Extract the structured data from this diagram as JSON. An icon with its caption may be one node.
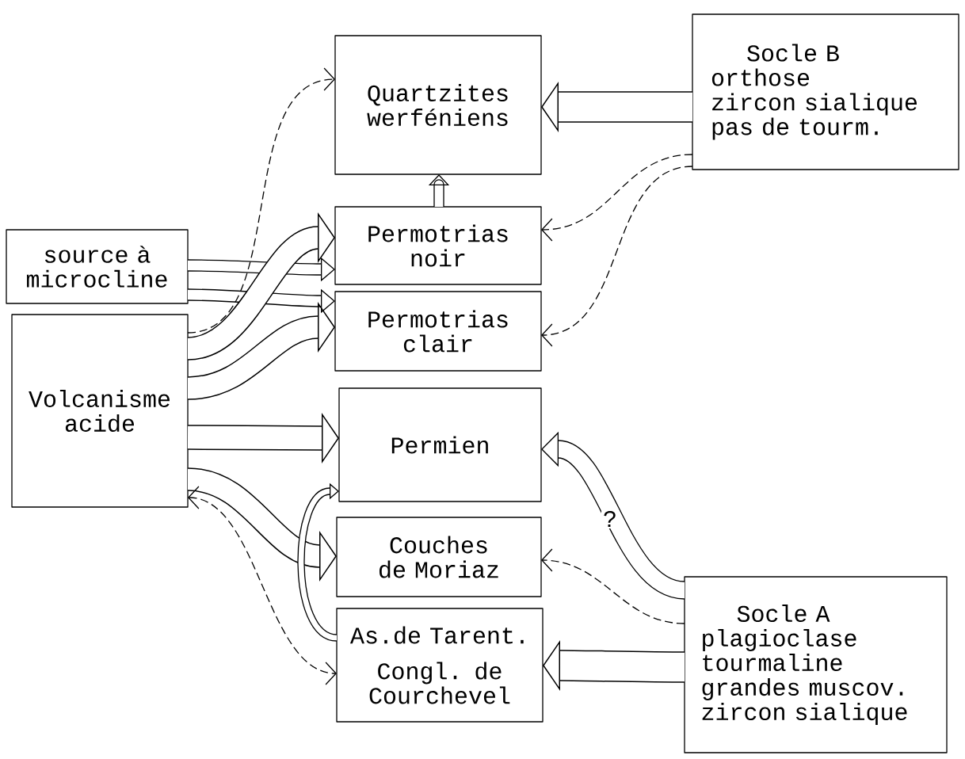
{
  "diagram": {
    "nodes": [
      {
        "text": [
          "Quartzites werféniens"
        ]
      },
      {
        "text": [
          "Permotrias noir"
        ]
      },
      {
        "text": [
          "Permotrias clair"
        ]
      },
      {
        "text": [
          "Permien"
        ]
      },
      {
        "text": [
          "Couches de Moriaz"
        ]
      },
      {
        "text": [
          "As.de Tarent.",
          "Congl. de Courchevel"
        ]
      },
      {
        "text": [
          "Socle B",
          "orthose",
          "zircon sialique",
          "pas de tourm."
        ]
      },
      {
        "text": [
          "source à microcline"
        ]
      },
      {
        "text": [
          "Volcanisme acide"
        ]
      },
      {
        "text": [
          "Socle A",
          "plagioclase",
          "tourmaline",
          "grandes muscov.",
          "zircon sialique"
        ]
      }
    ],
    "edges": [
      {
        "from": 6,
        "to": 0,
        "arrow": "to",
        "style": "thick"
      },
      {
        "from": 6,
        "to": 1,
        "arrow": "to",
        "style": "dashed"
      },
      {
        "from": 6,
        "to": 2,
        "arrow": "to",
        "style": "dashed"
      },
      {
        "from": 1,
        "to": 0,
        "arrow": "to"
      },
      {
        "from": 7,
        "to": 1,
        "arrow": "to"
      },
      {
        "from": 7,
        "to": 2,
        "arrow": "to"
      },
      {
        "from": 8,
        "to": 1,
        "arrow": "to",
        "style": "thick"
      },
      {
        "from": 8,
        "to": 2,
        "arrow": "to",
        "style": "thick"
      },
      {
        "from": 8,
        "to": 3,
        "arrow": "to",
        "style": "thick"
      },
      {
        "from": 8,
        "to": 4,
        "arrow": "to",
        "style": "thick"
      },
      {
        "from": 5,
        "to": 3,
        "arrow": "to"
      },
      {
        "from": 8,
        "to": 0,
        "arrow": "to",
        "style": "dashed"
      },
      {
        "from": 8,
        "to": 5,
        "arrow": "both",
        "style": "dashed"
      },
      {
        "from": 9,
        "to": 3,
        "arrow": "to",
        "label": "?"
      },
      {
        "from": 9,
        "to": 4,
        "arrow": "to",
        "style": "dashed"
      },
      {
        "from": 9,
        "to": 5,
        "arrow": "to",
        "style": "thick"
      }
    ]
  }
}
